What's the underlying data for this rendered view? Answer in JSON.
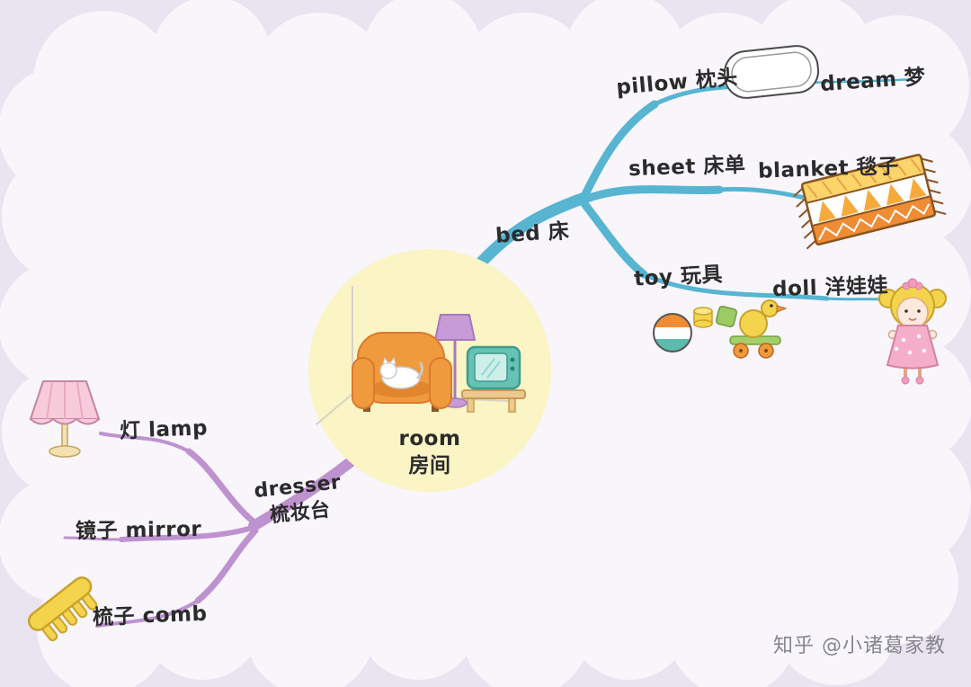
{
  "center": {
    "label_en": "room",
    "label_zh": "房间"
  },
  "nodes": {
    "bed": "bed 床",
    "pillow": "pillow 枕头",
    "dream": "dream 梦",
    "sheet": "sheet 床单",
    "blanket": "blanket 毯子",
    "toy": "toy 玩具",
    "doll": "doll 洋娃娃",
    "dresser_en": "dresser",
    "dresser_zh": "梳妆台",
    "lamp": "灯 lamp",
    "mirror": "镜子 mirror",
    "comb": "梳子 comb"
  },
  "watermark": "知乎 @小诸葛家教",
  "colors": {
    "background": "#e9e4f0",
    "cloud": "#f8f5fb",
    "center_circle": "#fbf4c4",
    "branch_bed": "#57b5d2",
    "branch_dresser": "#be92cf",
    "text": "#2b2b2b",
    "watermark_text": "#85858d"
  },
  "illustrations": {
    "center": "room-scene-with-armchair-cat-lamp-tv",
    "pillow": "white-pillow-drawing",
    "blanket": "orange-patterned-blanket-drawing",
    "toys": "ball-blocks-duck-pull-toy-drawing",
    "doll": "girl-doll-drawing",
    "lamp": "pink-table-lamp-drawing",
    "comb": "yellow-comb-drawing"
  }
}
